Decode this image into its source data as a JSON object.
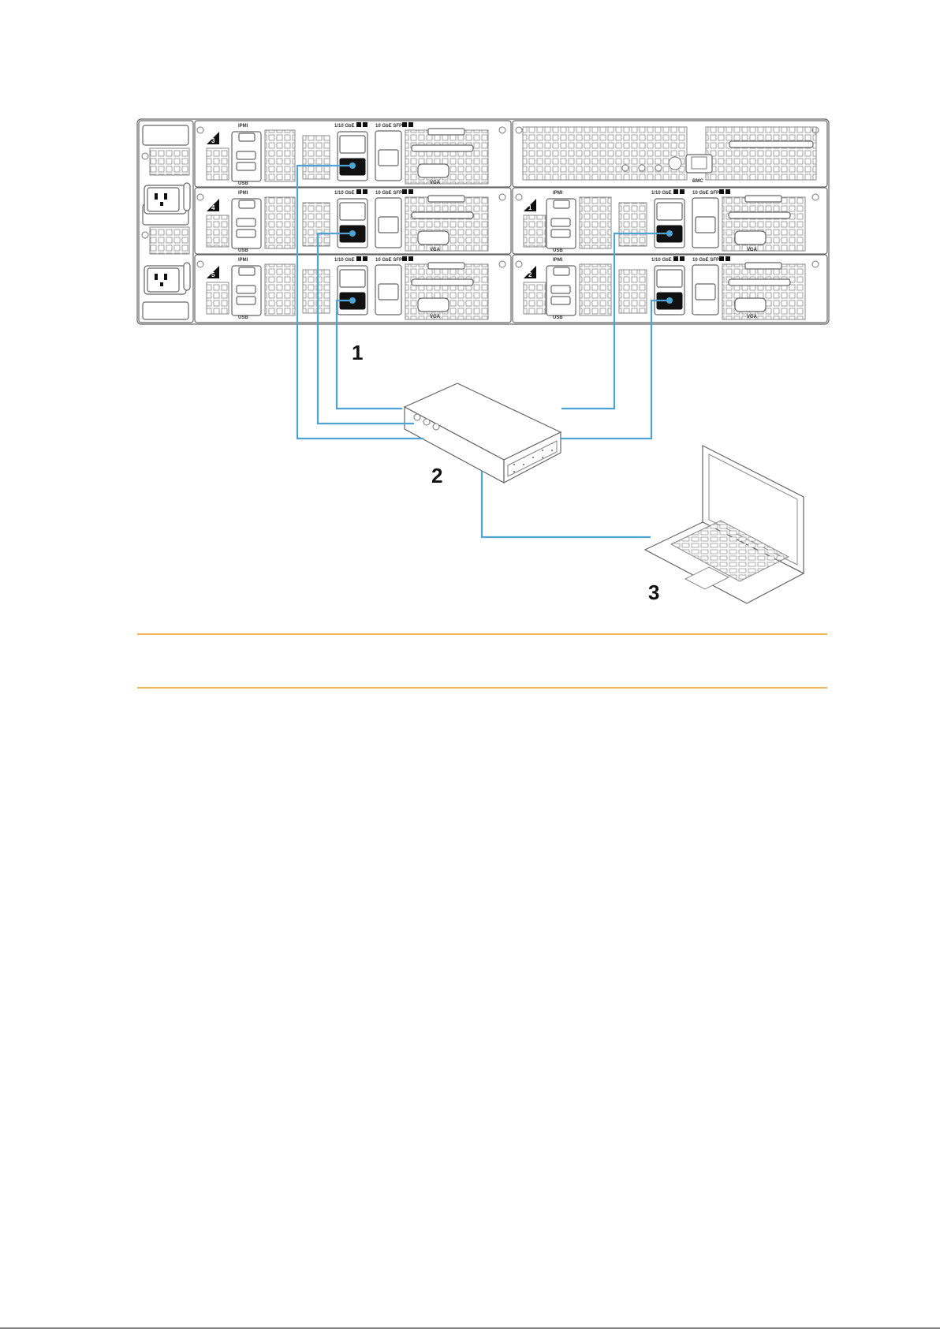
{
  "diagram": {
    "callouts": [
      {
        "id": "1",
        "label": "1"
      },
      {
        "id": "2",
        "label": "2"
      },
      {
        "id": "3",
        "label": "3"
      }
    ],
    "port_labels": {
      "ipmi": "IPMI",
      "usb": "USB",
      "vga": "VGA",
      "gbe": "1/10 GbE",
      "sfp": "10 GbE SFP+",
      "bmc": "BMC"
    },
    "node_numbers": [
      "3",
      "4",
      "5",
      "1",
      "2"
    ],
    "colors": {
      "cable": "#4ea3d4",
      "note_rule": "#f39c25",
      "chassis_outline": "#666666",
      "port_dark": "#111111"
    },
    "icons": [
      "server-chassis",
      "network-switch",
      "laptop",
      "ethernet-cable"
    ]
  }
}
